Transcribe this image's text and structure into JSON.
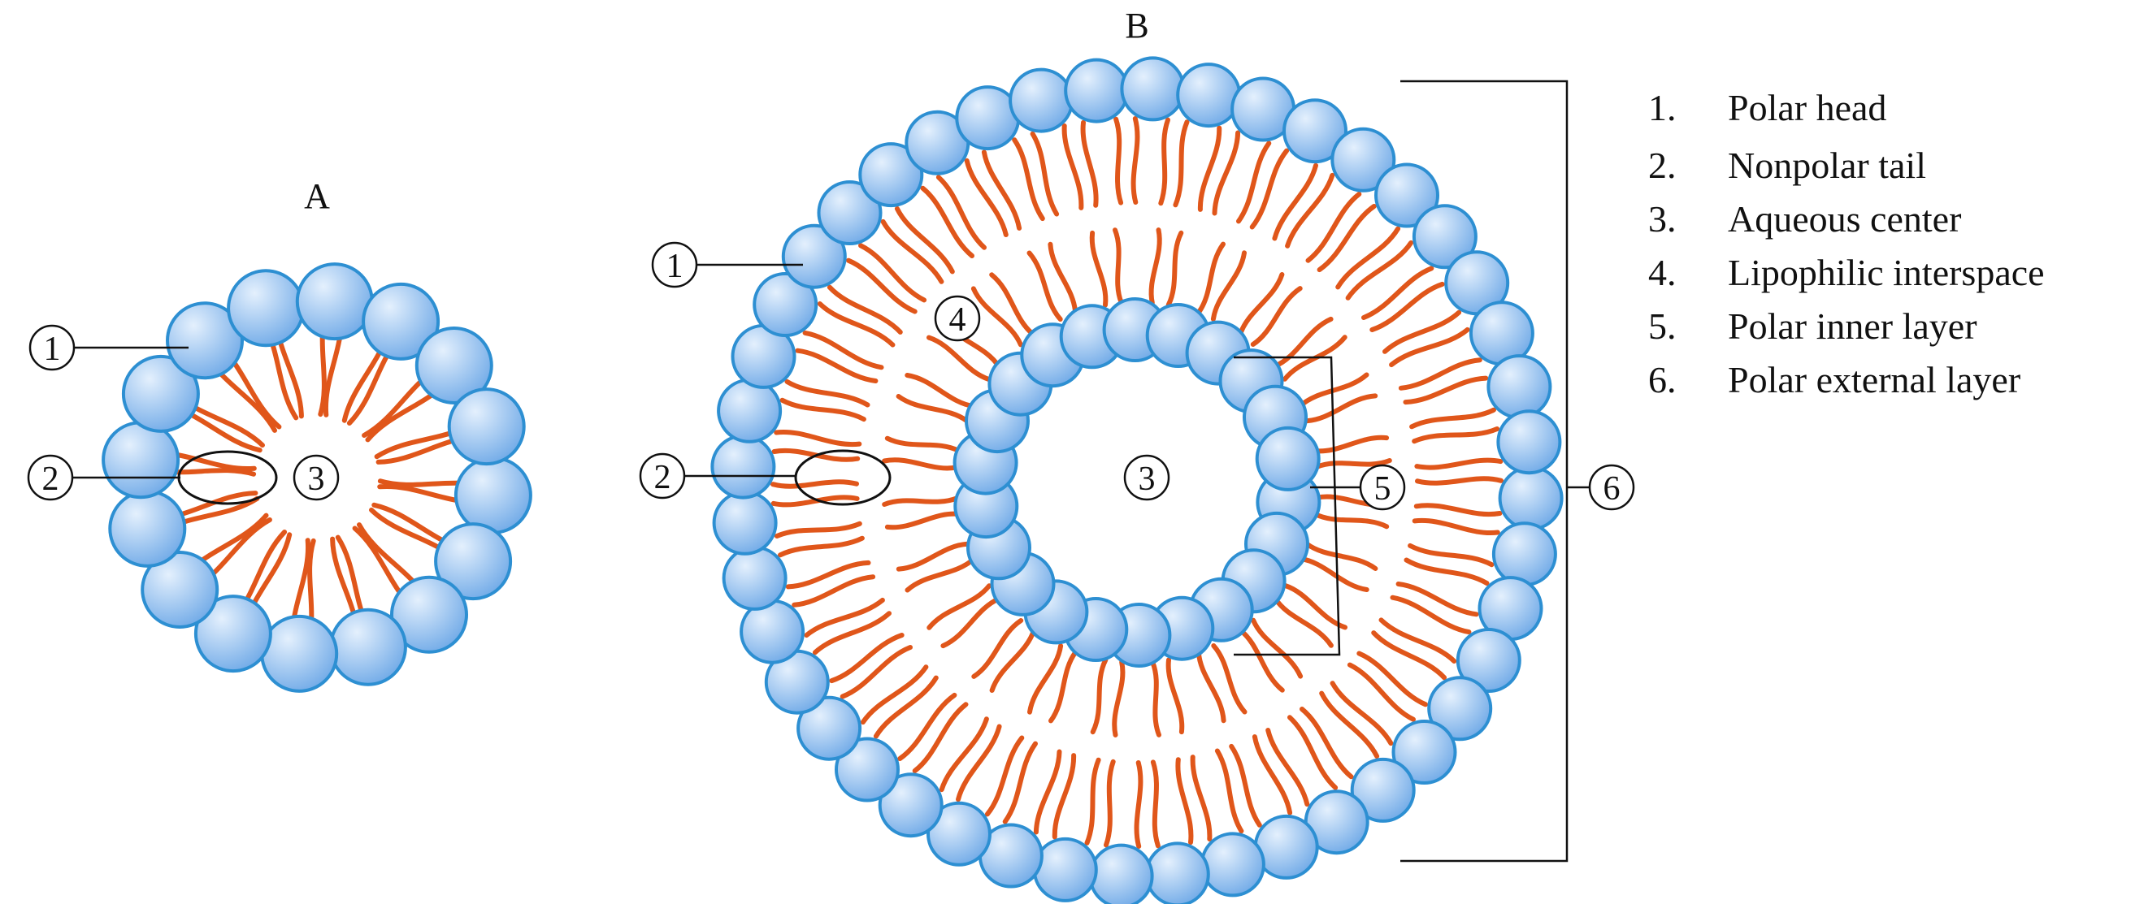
{
  "panels": {
    "a": {
      "title": "A"
    },
    "b": {
      "title": "B"
    }
  },
  "callouts": {
    "a": [
      "1",
      "2",
      "3"
    ],
    "b": [
      "1",
      "2",
      "3",
      "4",
      "5",
      "6"
    ]
  },
  "legend": [
    {
      "number": "1.",
      "label": "Polar head"
    },
    {
      "number": "2.",
      "label": "Nonpolar tail"
    },
    {
      "number": "3.",
      "label": "Aqueous center"
    },
    {
      "number": "4.",
      "label": "Lipophilic interspace"
    },
    {
      "number": "5.",
      "label": "Polar inner layer"
    },
    {
      "number": "6.",
      "label": "Polar external layer"
    }
  ],
  "colors": {
    "polar_head_fill_light": "#d6e8fb",
    "polar_head_fill_dark": "#6aa6e6",
    "polar_head_stroke": "#2d8fd2",
    "nonpolar_tail": "#e0561a",
    "lines": "#111111"
  }
}
